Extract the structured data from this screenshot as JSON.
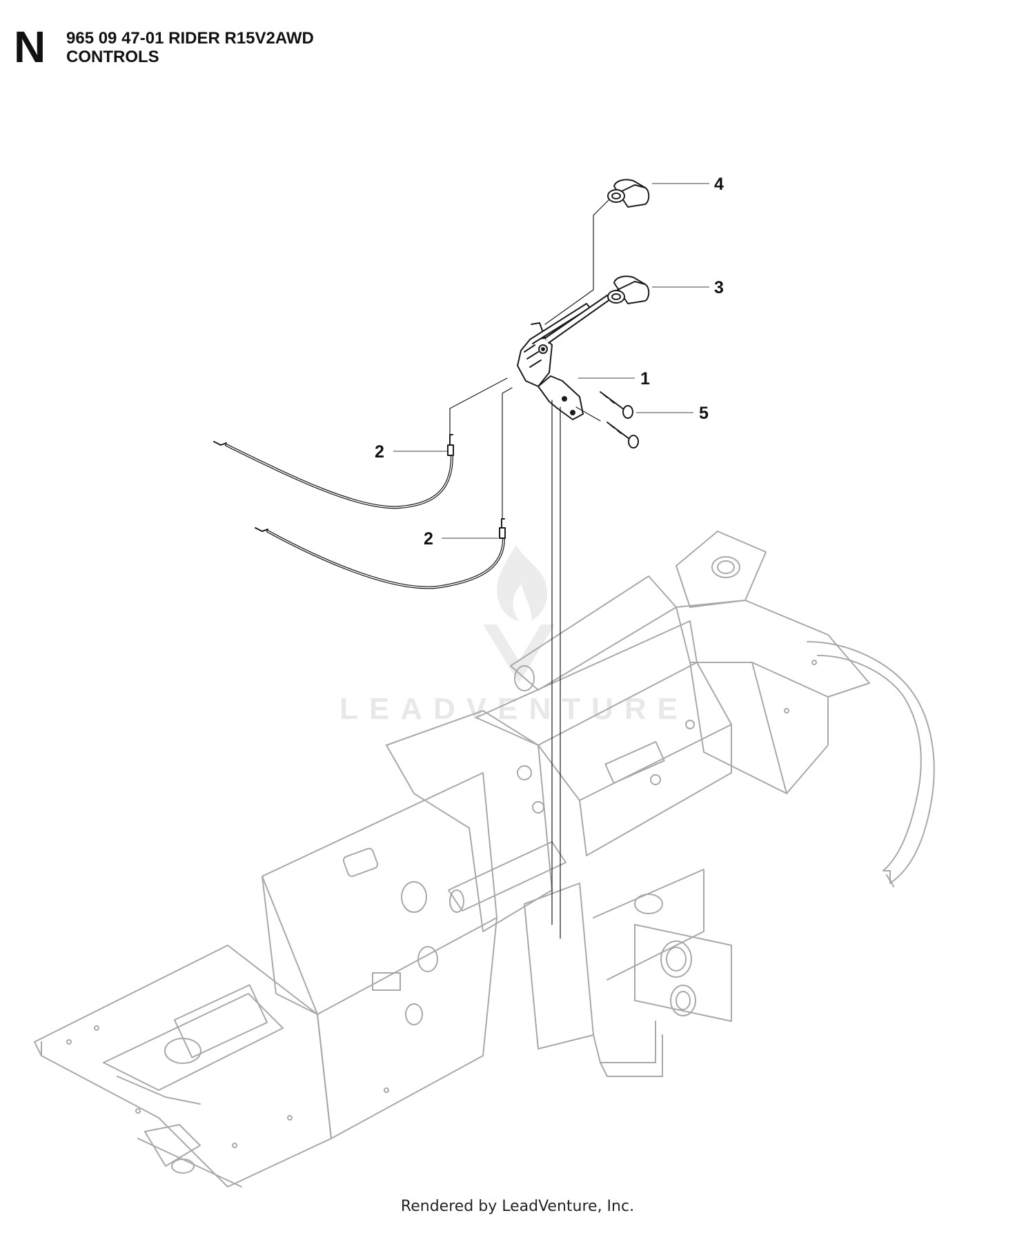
{
  "header": {
    "section_letter": "N",
    "model_line": "965 09 47-01 RIDER R15V2AWD",
    "section_title": "CONTROLS"
  },
  "callouts": {
    "c1": "1",
    "c2a": "2",
    "c2b": "2",
    "c3": "3",
    "c4": "4",
    "c5": "5"
  },
  "watermark": {
    "brand": "LEADVENTURE"
  },
  "footer": {
    "credit": "Rendered by LeadVenture, Inc."
  }
}
